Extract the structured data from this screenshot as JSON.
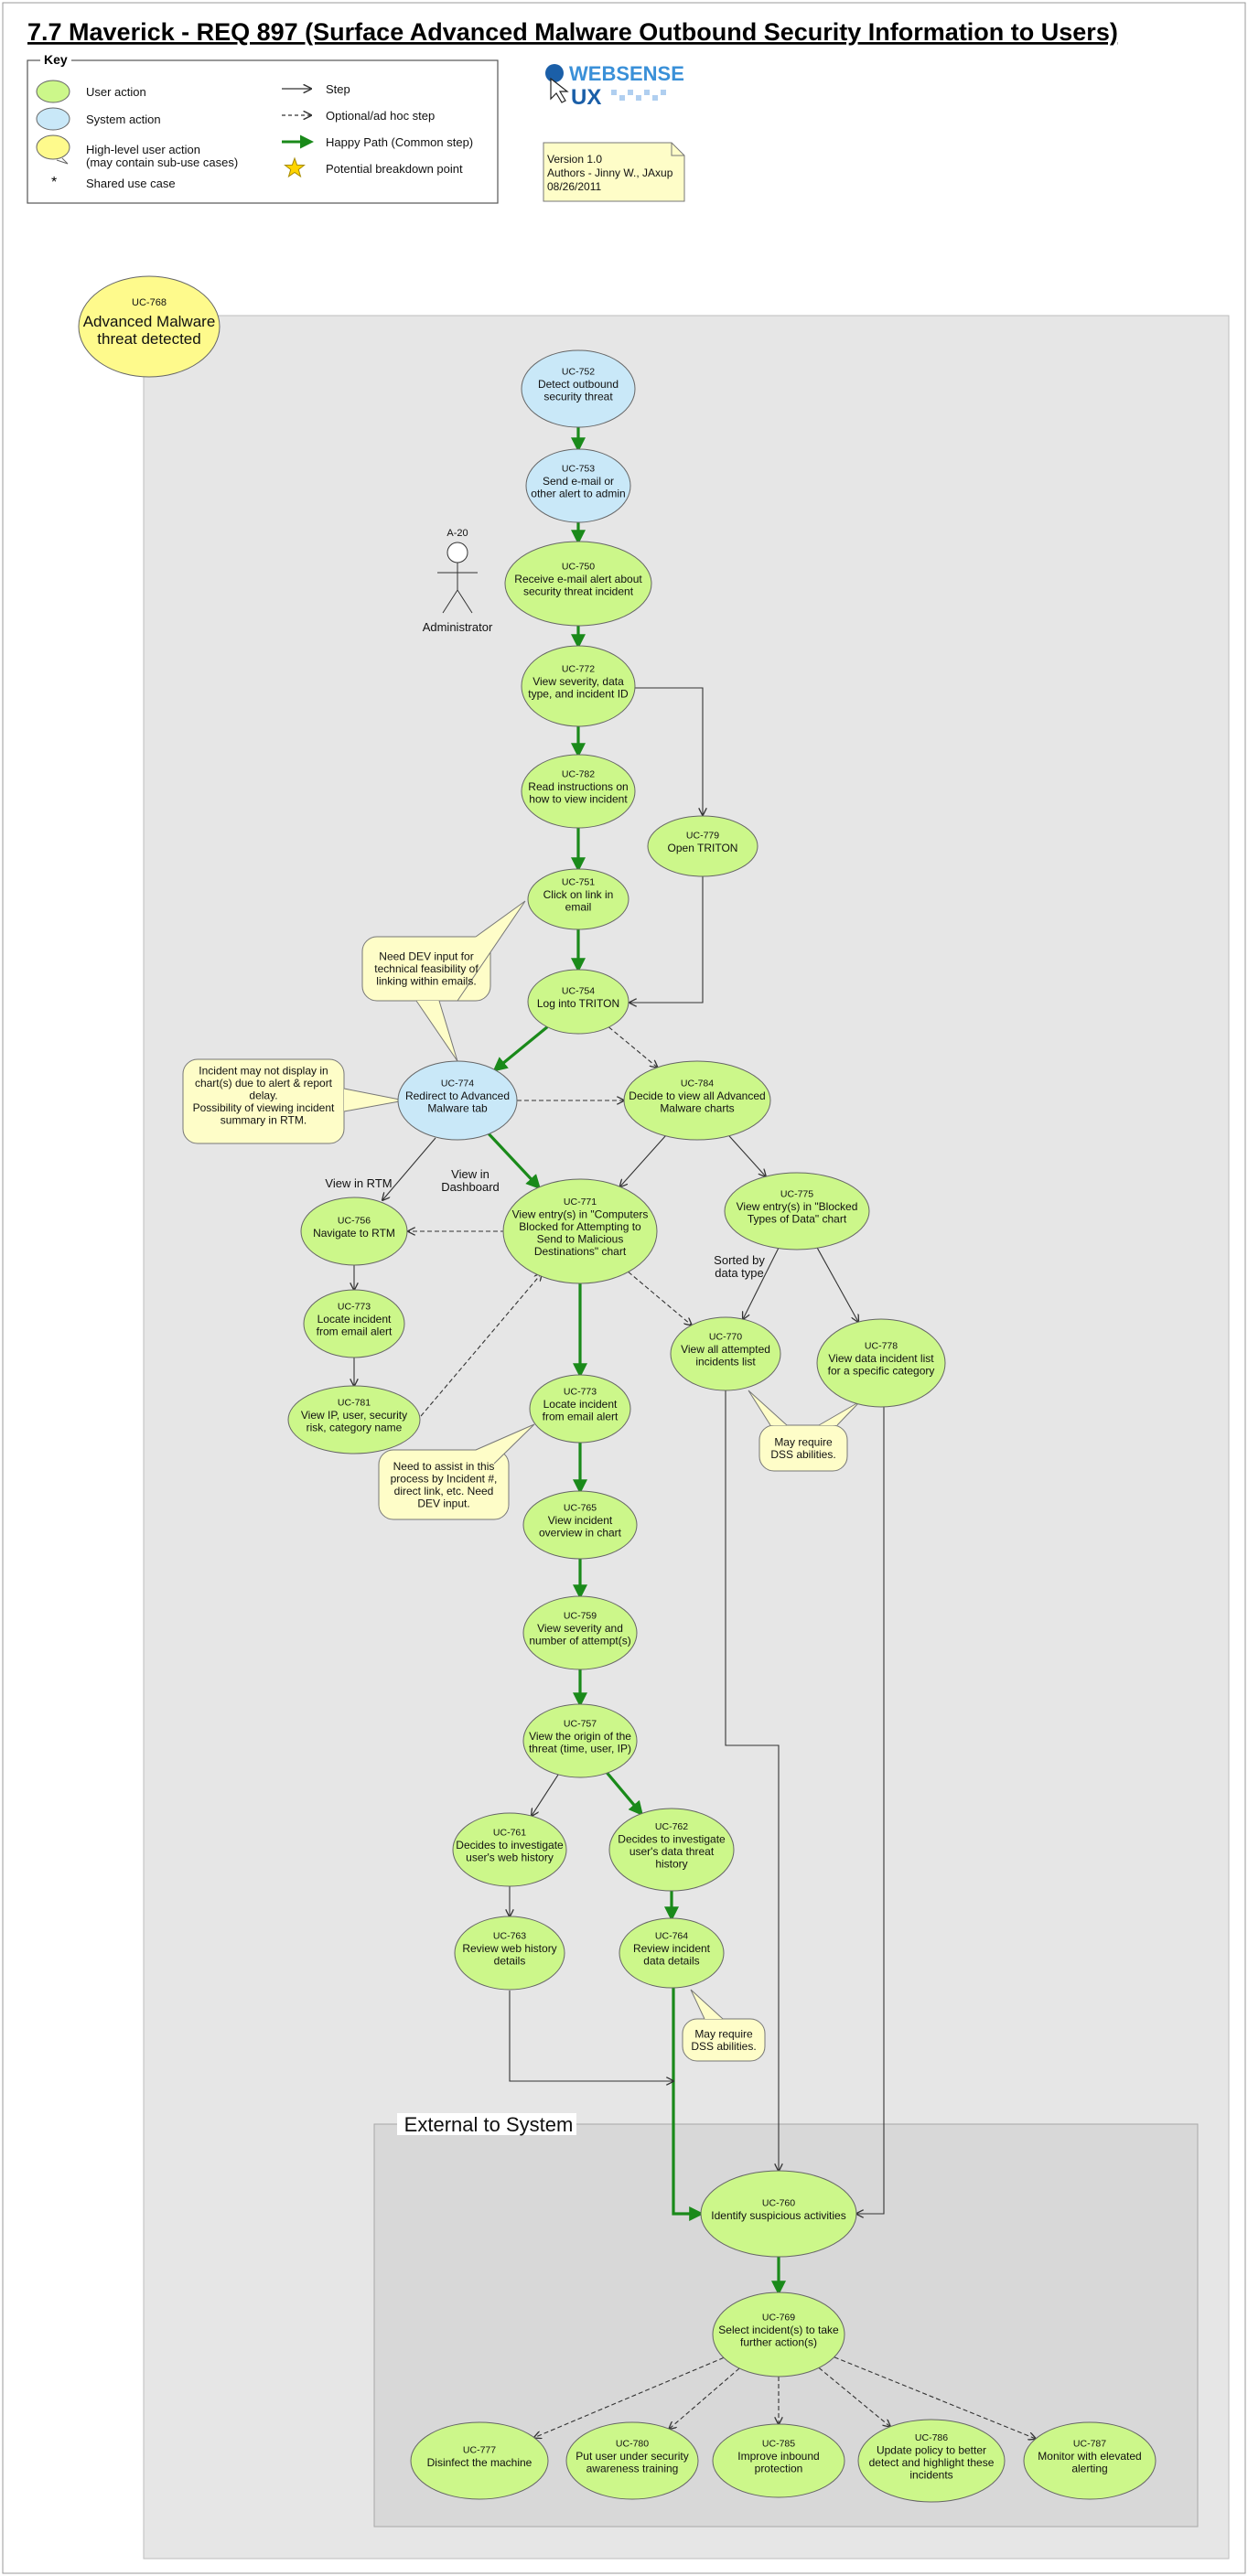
{
  "title": "7.7 Maverick - REQ 897 (Surface Advanced Malware Outbound Security Information to Users)",
  "key": {
    "heading": "Key",
    "items": [
      {
        "kind": "user",
        "label": "User action"
      },
      {
        "kind": "system",
        "label": "System action"
      },
      {
        "kind": "high",
        "label": "High-level user action\n(may contain sub-use cases)"
      },
      {
        "kind": "shared",
        "label": "Shared use case"
      },
      {
        "kind": "step",
        "label": "Step"
      },
      {
        "kind": "optional",
        "label": "Optional/ad hoc step"
      },
      {
        "kind": "happy",
        "label": "Happy Path (Common step)"
      },
      {
        "kind": "star",
        "label": "Potential breakdown point"
      }
    ]
  },
  "logo": {
    "text1": "WEBSENSE",
    "text2": "UX"
  },
  "version_note": "Version 1.0\nAuthors - Jinny W., JAxup\n08/26/2011",
  "actor": {
    "id": "A-20",
    "name": "Administrator"
  },
  "external_label": "External to System",
  "colors": {
    "user": "#ccf78a",
    "system": "#c9e8f8",
    "high": "#fefa8c",
    "note": "#fefdc8",
    "happy": "#1a8a1a",
    "panel": "#e6e6e6",
    "external": "#d8d8d8"
  },
  "nodes": [
    {
      "key": "uc768",
      "id": "UC-768",
      "text": "Advanced Malware\nthreat detected",
      "kind": "high"
    },
    {
      "key": "uc752",
      "id": "UC-752",
      "text": "Detect outbound\nsecurity threat",
      "kind": "system"
    },
    {
      "key": "uc753",
      "id": "UC-753",
      "text": "Send e-mail or\nother alert to admin",
      "kind": "system"
    },
    {
      "key": "uc750",
      "id": "UC-750",
      "text": "Receive e-mail alert about\nsecurity threat incident",
      "kind": "user"
    },
    {
      "key": "uc772",
      "id": "UC-772",
      "text": "View severity, data\ntype, and incident ID",
      "kind": "user"
    },
    {
      "key": "uc782",
      "id": "UC-782",
      "text": "Read instructions on\nhow to view incident",
      "kind": "user"
    },
    {
      "key": "uc779",
      "id": "UC-779",
      "text": "Open TRITON",
      "kind": "user"
    },
    {
      "key": "uc751",
      "id": "UC-751",
      "text": "Click on link in\nemail",
      "kind": "user"
    },
    {
      "key": "uc754",
      "id": "UC-754",
      "text": "Log into TRITON",
      "kind": "user"
    },
    {
      "key": "uc774",
      "id": "UC-774",
      "text": "Redirect to Advanced\nMalware tab",
      "kind": "system"
    },
    {
      "key": "uc784",
      "id": "UC-784",
      "text": "Decide to view all Advanced\nMalware charts",
      "kind": "user"
    },
    {
      "key": "uc756",
      "id": "UC-756",
      "text": "Navigate to RTM",
      "kind": "user"
    },
    {
      "key": "uc771",
      "id": "UC-771",
      "text": "View entry(s) in \"Computers\nBlocked for Attempting to\nSend to Malicious\nDestinations\" chart",
      "kind": "user"
    },
    {
      "key": "uc775",
      "id": "UC-775",
      "text": "View entry(s) in \"Blocked\nTypes of Data\" chart",
      "kind": "user"
    },
    {
      "key": "uc773a",
      "id": "UC-773",
      "text": "Locate incident\nfrom email alert",
      "kind": "user"
    },
    {
      "key": "uc770",
      "id": "UC-770",
      "text": "View all attempted\nincidents list",
      "kind": "user"
    },
    {
      "key": "uc778",
      "id": "UC-778",
      "text": "View data incident list\nfor a specific category",
      "kind": "user"
    },
    {
      "key": "uc781",
      "id": "UC-781",
      "text": "View IP, user, security\nrisk, category name",
      "kind": "user"
    },
    {
      "key": "uc773b",
      "id": "UC-773",
      "text": "Locate incident\nfrom email alert",
      "kind": "user"
    },
    {
      "key": "uc765",
      "id": "UC-765",
      "text": "View incident\noverview in chart",
      "kind": "user"
    },
    {
      "key": "uc759",
      "id": "UC-759",
      "text": "View severity and\nnumber of attempt(s)",
      "kind": "user"
    },
    {
      "key": "uc757",
      "id": "UC-757",
      "text": "View the origin of the\nthreat (time, user, IP)",
      "kind": "user"
    },
    {
      "key": "uc761",
      "id": "UC-761",
      "text": "Decides to investigate\nuser's web history",
      "kind": "user"
    },
    {
      "key": "uc762",
      "id": "UC-762",
      "text": "Decides to investigate\nuser's data threat\nhistory",
      "kind": "user"
    },
    {
      "key": "uc763",
      "id": "UC-763",
      "text": "Review web history\ndetails",
      "kind": "user"
    },
    {
      "key": "uc764",
      "id": "UC-764",
      "text": "Review incident\ndata details",
      "kind": "user"
    },
    {
      "key": "uc760",
      "id": "UC-760",
      "text": "Identify suspicious activities",
      "kind": "user"
    },
    {
      "key": "uc769",
      "id": "UC-769",
      "text": "Select incident(s) to take\nfurther action(s)",
      "kind": "user"
    },
    {
      "key": "uc777",
      "id": "UC-777",
      "text": "Disinfect the machine",
      "kind": "user"
    },
    {
      "key": "uc780",
      "id": "UC-780",
      "text": "Put user under security\nawareness training",
      "kind": "user"
    },
    {
      "key": "uc785",
      "id": "UC-785",
      "text": "Improve inbound\nprotection",
      "kind": "user"
    },
    {
      "key": "uc786",
      "id": "UC-786",
      "text": "Update policy to better\ndetect and highlight these\nincidents",
      "kind": "user"
    },
    {
      "key": "uc787",
      "id": "UC-787",
      "text": "Monitor with elevated\nalerting",
      "kind": "user"
    }
  ],
  "notes": [
    {
      "key": "note_dev",
      "text": "Need DEV input for\ntechnical feasibility of\nlinking within emails."
    },
    {
      "key": "note_rtm",
      "text": "Incident may not display in\nchart(s) due to alert & report\ndelay.\n\nPossibility of viewing incident\nsummary in RTM."
    },
    {
      "key": "note_assist",
      "text": "Need to assist in this\nprocess by Incident #,\ndirect link, etc. Need\nDEV input."
    },
    {
      "key": "note_dss1",
      "text": "May require\nDSS abilities."
    },
    {
      "key": "note_dss2",
      "text": "May require\nDSS abilities."
    }
  ],
  "edge_labels": [
    {
      "key": "lbl_rtm",
      "text": "View in RTM"
    },
    {
      "key": "lbl_dash",
      "text": "View in\nDashboard"
    },
    {
      "key": "lbl_sorted",
      "text": "Sorted by\ndata type"
    }
  ],
  "edges": [
    {
      "from": "uc752",
      "to": "uc753",
      "style": "happy"
    },
    {
      "from": "uc753",
      "to": "uc750",
      "style": "happy"
    },
    {
      "from": "uc750",
      "to": "uc772",
      "style": "happy"
    },
    {
      "from": "uc772",
      "to": "uc782",
      "style": "happy"
    },
    {
      "from": "uc772",
      "to": "uc779",
      "style": "step"
    },
    {
      "from": "uc782",
      "to": "uc751",
      "style": "happy"
    },
    {
      "from": "uc751",
      "to": "uc754",
      "style": "happy"
    },
    {
      "from": "uc779",
      "to": "uc754",
      "style": "step"
    },
    {
      "from": "uc754",
      "to": "uc774",
      "style": "happy"
    },
    {
      "from": "uc754",
      "to": "uc784",
      "style": "optional"
    },
    {
      "from": "uc774",
      "to": "uc784",
      "style": "optional"
    },
    {
      "from": "uc774",
      "to": "uc771",
      "style": "happy"
    },
    {
      "from": "uc774",
      "to": "uc756",
      "style": "step"
    },
    {
      "from": "uc784",
      "to": "uc771",
      "style": "step"
    },
    {
      "from": "uc784",
      "to": "uc775",
      "style": "step"
    },
    {
      "from": "uc771",
      "to": "uc756",
      "style": "optional"
    },
    {
      "from": "uc756",
      "to": "uc773a",
      "style": "step"
    },
    {
      "from": "uc773a",
      "to": "uc781",
      "style": "step"
    },
    {
      "from": "uc781",
      "to": "uc771",
      "style": "optional"
    },
    {
      "from": "uc771",
      "to": "uc770",
      "style": "optional"
    },
    {
      "from": "uc771",
      "to": "uc773b",
      "style": "happy"
    },
    {
      "from": "uc775",
      "to": "uc770",
      "style": "step"
    },
    {
      "from": "uc775",
      "to": "uc778",
      "style": "step"
    },
    {
      "from": "uc773b",
      "to": "uc765",
      "style": "happy"
    },
    {
      "from": "uc765",
      "to": "uc759",
      "style": "happy"
    },
    {
      "from": "uc759",
      "to": "uc757",
      "style": "happy"
    },
    {
      "from": "uc757",
      "to": "uc761",
      "style": "step"
    },
    {
      "from": "uc757",
      "to": "uc762",
      "style": "happy"
    },
    {
      "from": "uc761",
      "to": "uc763",
      "style": "step"
    },
    {
      "from": "uc762",
      "to": "uc764",
      "style": "happy"
    },
    {
      "from": "uc764",
      "to": "uc760",
      "style": "happy"
    },
    {
      "from": "uc763",
      "to": "uc760",
      "style": "step"
    },
    {
      "from": "uc770",
      "to": "uc760",
      "style": "step"
    },
    {
      "from": "uc778",
      "to": "uc760",
      "style": "step"
    },
    {
      "from": "uc760",
      "to": "uc769",
      "style": "happy"
    },
    {
      "from": "uc769",
      "to": "uc777",
      "style": "optional"
    },
    {
      "from": "uc769",
      "to": "uc780",
      "style": "optional"
    },
    {
      "from": "uc769",
      "to": "uc785",
      "style": "optional"
    },
    {
      "from": "uc769",
      "to": "uc786",
      "style": "optional"
    },
    {
      "from": "uc769",
      "to": "uc787",
      "style": "optional"
    }
  ]
}
